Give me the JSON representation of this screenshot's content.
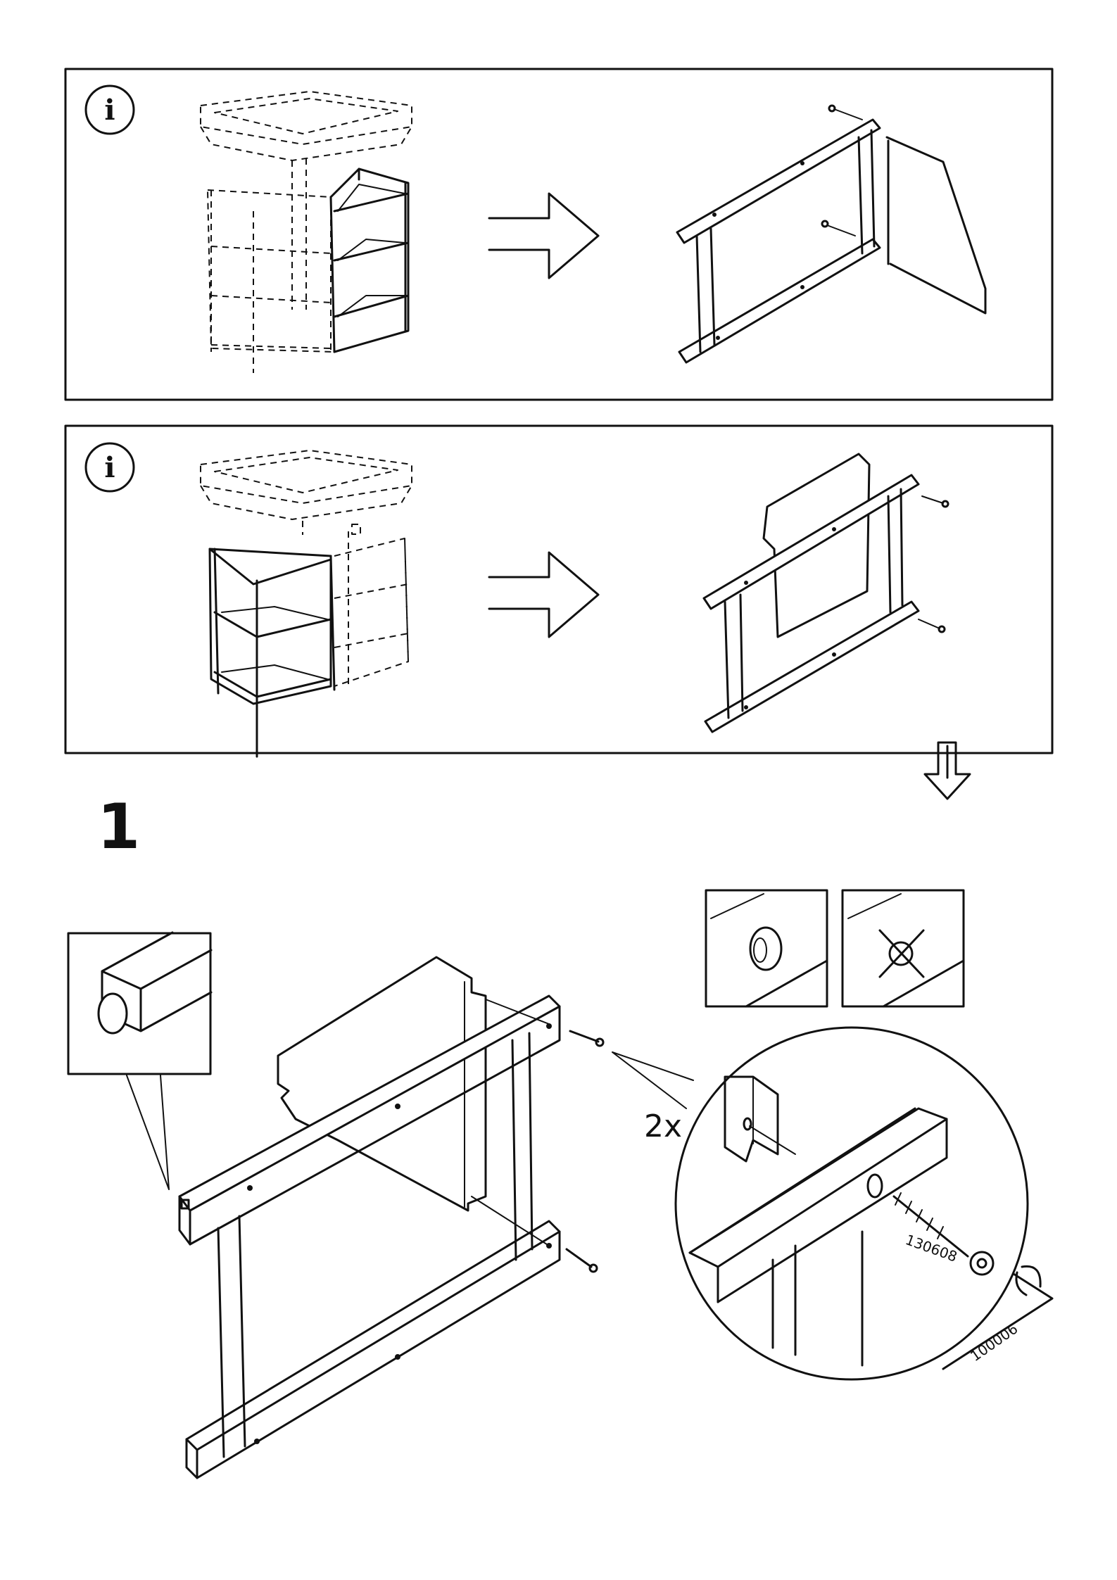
{
  "info_panels": [
    {
      "icon": "info-icon",
      "icon_glyph": "i"
    },
    {
      "icon": "info-icon",
      "icon_glyph": "i"
    }
  ],
  "step": {
    "number": "1",
    "quantity": "2x",
    "parts": [
      "130608",
      "100006"
    ]
  },
  "icons": {
    "arrow_right": "arrow-right-icon",
    "arrow_down": "arrow-down-icon",
    "info": "info-icon",
    "correct": "correct-hole-icon",
    "incorrect": "wrong-hole-icon"
  }
}
